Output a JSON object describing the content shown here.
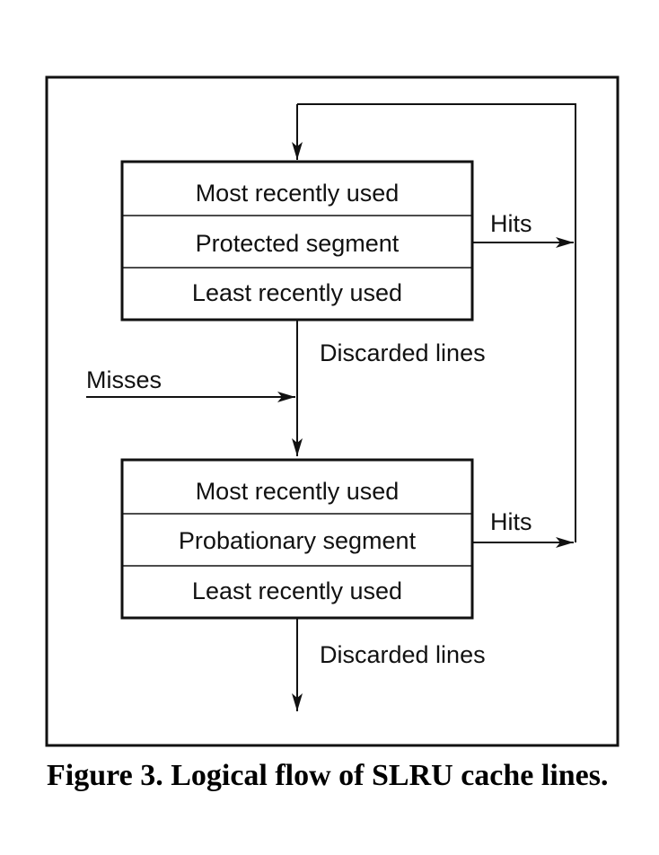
{
  "diagram": {
    "protected_segment": {
      "top_label": "Most recently used",
      "middle_label": "Protected segment",
      "bottom_label": "Least recently used"
    },
    "probationary_segment": {
      "top_label": "Most recently used",
      "middle_label": "Probationary segment",
      "bottom_label": "Least recently used"
    },
    "flows": {
      "hits_protected": "Hits",
      "hits_probationary": "Hits",
      "discarded_protected": "Discarded lines",
      "misses": "Misses",
      "discarded_probationary": "Discarded lines"
    },
    "colors": {
      "ink": "#111111",
      "background": "#ffffff"
    }
  },
  "caption": "Figure 3. Logical flow of SLRU cache lines."
}
